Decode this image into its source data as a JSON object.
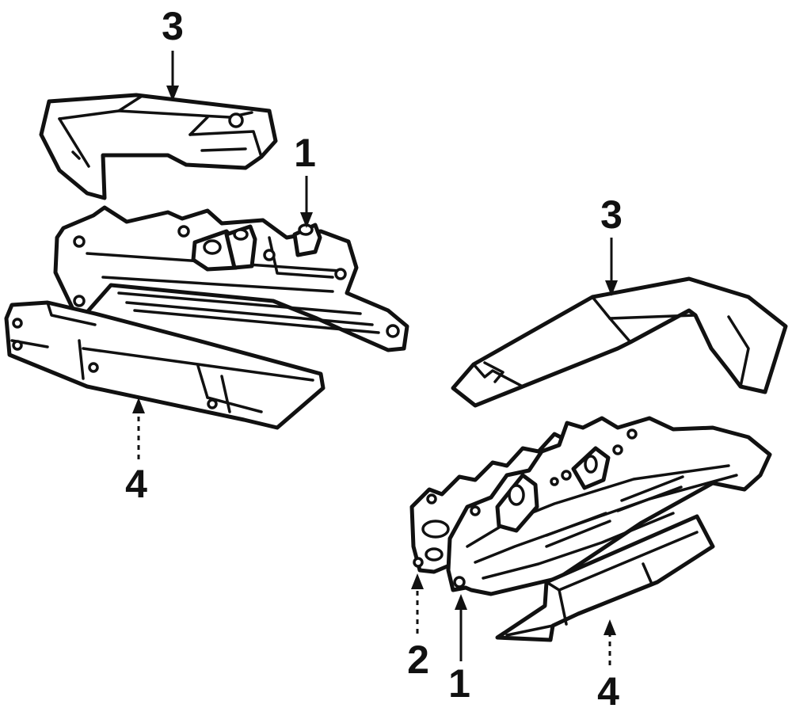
{
  "callouts": {
    "c1": "3",
    "c2": "1",
    "c3": "4",
    "c4": "3",
    "c5": "2",
    "c6": "1",
    "c7": "4"
  },
  "colors": {
    "ink": "#111111",
    "paper": "#ffffff"
  }
}
